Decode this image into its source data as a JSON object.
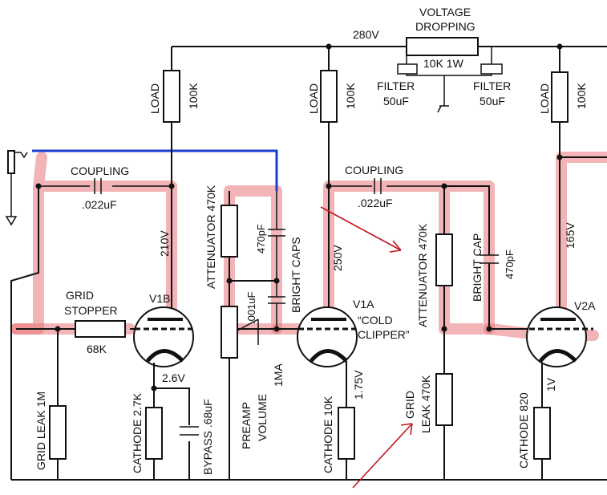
{
  "supply": {
    "voltage": "280V"
  },
  "dropping": {
    "title1": "VOLTAGE",
    "title2": "DROPPING",
    "value": "10K  1W"
  },
  "filters": [
    {
      "name": "FILTER",
      "value": "50uF"
    },
    {
      "name": "FILTER",
      "value": "50uF"
    }
  ],
  "v1b_stage": {
    "load_label": "LOAD",
    "load_value": "100K",
    "coupling_label": "COUPLING",
    "coupling_value": ".022uF",
    "plate_voltage": "210V",
    "tube_label": "V1B",
    "grid_stopper_1": "GRID",
    "grid_stopper_2": "STOPPER",
    "grid_stopper_value": "68K",
    "grid_leak": "GRID LEAK 1M",
    "cathode": "CATHODE 2.7K",
    "cathode_voltage": "2.6V",
    "bypass": "BYPASS .68uF"
  },
  "attenuator_1": {
    "label": "ATTENUATOR 470K",
    "cap_1": "470pF",
    "bright_caps": "BRIGHT CAPS",
    "cap_2": ".001uF",
    "preamp_1": "PREAMP",
    "preamp_2": "VOLUME",
    "preamp_3": "1MA"
  },
  "v1a_stage": {
    "load_label": "LOAD",
    "load_value": "100K",
    "coupling_label": "COUPLING",
    "coupling_value": ".022uF",
    "plate_voltage": "250V",
    "tube_label": "V1A",
    "nickname_1": "“COLD",
    "nickname_2": "CLIPPER”",
    "cathode": "CATHODE 10K",
    "cathode_voltage": "1.75V"
  },
  "attenuator_2": {
    "label": "ATTENUATOR 470K",
    "bright_cap": "BRIGHT CAP",
    "cap": "470pF",
    "grid_leak_1": "GRID",
    "grid_leak_2": "LEAK 470K"
  },
  "v2a_stage": {
    "load_label": "LOAD",
    "load_value": "100K",
    "plate_voltage": "165V",
    "tube_label": "V2A",
    "cathode": "CATHODE 820",
    "cathode_voltage": "1V"
  },
  "colors": {
    "highlight": "#e8767a",
    "blue_wire": "#1a3fcf",
    "arrow": "#c0181f"
  }
}
